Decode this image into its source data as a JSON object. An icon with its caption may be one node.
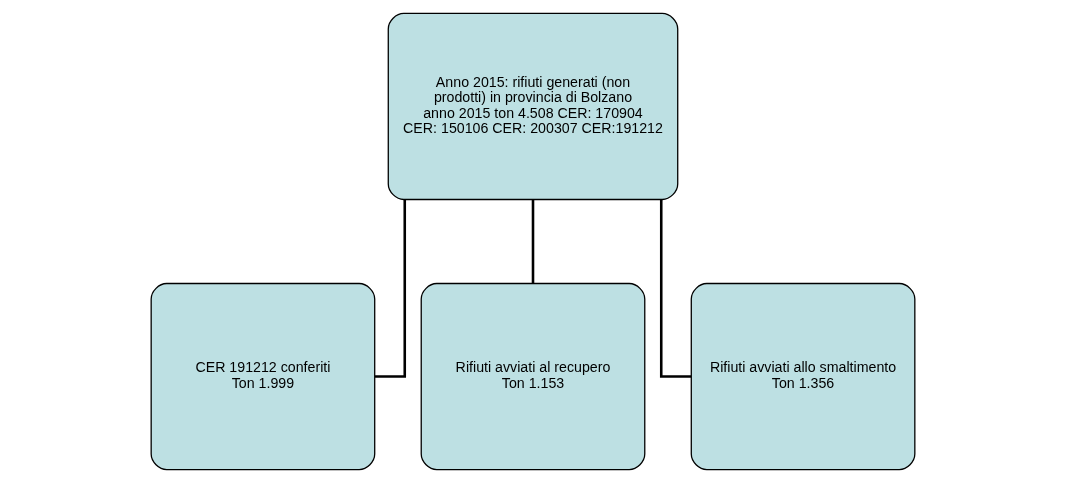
{
  "diagram": {
    "nodes": [
      {
        "text": [
          "Anno 2015: rifiuti generati (non prodotti) in provincia di Bolzano anno 2015 ton 4.508 CER: 170904 CER: 150106 CER: 200307 CER:191212"
        ]
      },
      {
        "text": [
          "CER 191212 conferiti",
          "Ton 1.999"
        ]
      },
      {
        "text": [
          "Rifiuti avviati al recupero",
          "Ton 1.153"
        ]
      },
      {
        "text": [
          "Rifiuti avviati allo smaltimento",
          "Ton 1.356"
        ]
      }
    ],
    "edges": [
      {
        "from": 0,
        "to": 1,
        "arrow": "none"
      },
      {
        "from": 0,
        "to": 2,
        "arrow": "none"
      },
      {
        "from": 0,
        "to": 3,
        "arrow": "none"
      }
    ]
  }
}
